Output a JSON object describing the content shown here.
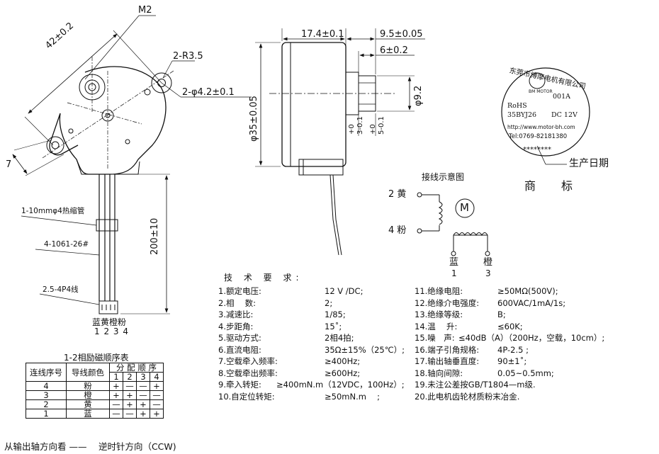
{
  "front_view": {
    "dim_m2": "M2",
    "dim_42": "42±0.2",
    "dim_r35": "2-R3.5",
    "dim_hole": "2-φ4.2±0.1",
    "dim_7": "7"
  },
  "side_view": {
    "dim_174": "17.4±0.1",
    "dim_95": "9.5±0.05",
    "dim_6": "6±0.2",
    "dim_92": "φ9.2",
    "dim_35": "φ35±0.05",
    "dim_3": "3-0.1",
    "dim_3_tol": "+0",
    "dim_5": "5-0.1",
    "dim_5_tol": "+0"
  },
  "leads": {
    "heatshrink": "1-10mmφ4热缩管",
    "terminal": "4-1061-26#",
    "wire": "2.5-4P4线",
    "length": "200±10",
    "colors": "蓝黄橙粉",
    "pins": "1 2 3 4"
  },
  "stamp": {
    "company": "东莞市博摩电机有限公司",
    "logo_sub": "BM MOTOR",
    "model_code": "001A",
    "rohs": "RoHS",
    "model": "35BYJ26",
    "voltage": "DC 12V",
    "url": "http://www.motor-bh.com",
    "tel": "Tel:0769-82181380",
    "serial": "********",
    "date_label": "生产日期",
    "trademark": "商　标"
  },
  "wiring": {
    "title": "接线示意图",
    "yellow": "2 黄",
    "pink": "4 粉",
    "motor": "M",
    "blue": "蓝",
    "blue_num": "1",
    "orange": "橙",
    "orange_num": "3"
  },
  "specs": {
    "title": "技 术 要 求:",
    "left": [
      {
        "label": "1.额定电压:",
        "value": "12 V /DC;"
      },
      {
        "label": "2.相　 数:",
        "value": "2;"
      },
      {
        "label": "3.减速比:",
        "value": "1/85;"
      },
      {
        "label": "4.步距角:",
        "value": "15˚;"
      },
      {
        "label": "5.驱动方式:",
        "value": "2相4拍;"
      },
      {
        "label": "6.直流电阻:",
        "value": "35Ω±15%（25℃）;"
      },
      {
        "label": "7.空载牵入频率:",
        "value": "≥400Hz;"
      },
      {
        "label": "8.空载牵出频率:",
        "value": "≥600Hz;"
      },
      {
        "label": "9.牵入转矩:",
        "value": "≥400mN.m（12VDC，100Hz）;"
      },
      {
        "label": "10.自定位转矩:",
        "value": "≥50mN.m　 ;"
      }
    ],
    "right": [
      {
        "label": "11.绝缘电阻:",
        "value": "≥50MΩ(500V);"
      },
      {
        "label": "12.绝缘介电强度:",
        "value": "600VAC/1mA/1s;"
      },
      {
        "label": "13.绝缘等级:",
        "value": "B;"
      },
      {
        "label": "14.温　 升:",
        "value": "≤60K;"
      },
      {
        "label": "15.噪　声:",
        "value": "≤40dB（A）（200Hz，空载，10cm）;"
      },
      {
        "label": "16.端子引角规格:",
        "value": "4P-2.5 ;"
      },
      {
        "label": "17.输出轴垂直度:",
        "value": "90±1˚;"
      },
      {
        "label": "18.轴向间隙:",
        "value": "0.05~0.5mm;"
      },
      {
        "label": "19.未注公差按GB/T1804—m级.",
        "value": ""
      },
      {
        "label": "20.此电机齿轮材质粉末冶金.",
        "value": ""
      }
    ]
  },
  "phase_table": {
    "title": "1-2相励磁顺序表",
    "h_seq": "连线序号",
    "h_color": "导线颜色",
    "h_order": "分 配 顺 序",
    "cols": [
      "1",
      "2",
      "3",
      "4"
    ],
    "rows": [
      {
        "seq": "4",
        "color": "粉",
        "s": [
          "+",
          "—",
          "—",
          "+"
        ]
      },
      {
        "seq": "3",
        "color": "橙",
        "s": [
          "+",
          "+",
          "—",
          "—"
        ]
      },
      {
        "seq": "2",
        "color": "黄",
        "s": [
          "—",
          "+",
          "+",
          "—"
        ]
      },
      {
        "seq": "1",
        "color": "蓝",
        "s": [
          "—",
          "—",
          "+",
          "+"
        ]
      }
    ]
  },
  "footer": {
    "text": "从输出轴方向看 ——　 逆时针方向（CCW)"
  }
}
